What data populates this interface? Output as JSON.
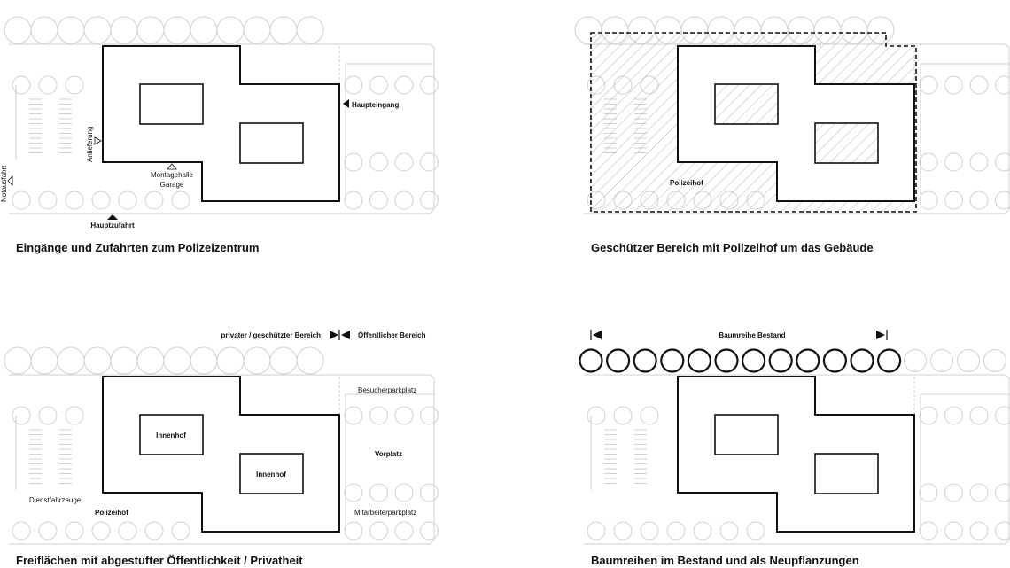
{
  "panels": [
    {
      "caption": "Eingänge und Zufahrten zum Polizeizentrum",
      "labels": {
        "haupteingang": "Haupteingang",
        "anlieferung": "Anlieferung",
        "montagehalle": "Montagehalle",
        "garage": "Garage",
        "notausfahrt": "Notausfahrt",
        "hauptzufahrt": "Hauptzufahrt"
      }
    },
    {
      "caption": "Geschützer Bereich mit Polizeihof um das Gebäude",
      "labels": {
        "polizeihof": "Polizeihof"
      }
    },
    {
      "caption": "Freiflächen mit abgestufter Öffentlichkeit / Privatheit",
      "labels": {
        "privat": "privater / geschützter Bereich",
        "oeffentlich": "Öffentlicher Bereich",
        "innenhof_1": "Innenhof",
        "innenhof_2": "Innenhof",
        "besucherparkplatz": "Besucherparkplatz",
        "vorplatz": "Vorplatz",
        "dienstfahrzeuge": "Dienstfahrzeuge",
        "polizeihof": "Polizeihof",
        "mitarbeiterparkplatz": "Mitarbeiterparkplatz"
      }
    },
    {
      "caption": "Baumreihen im Bestand und als Neupflanzungen",
      "labels": {
        "baumreihe": "Baumreihe Bestand"
      }
    }
  ],
  "colors": {
    "line": "#111111",
    "light": "#cfcfcf",
    "hatch": "#b5b5b5"
  }
}
